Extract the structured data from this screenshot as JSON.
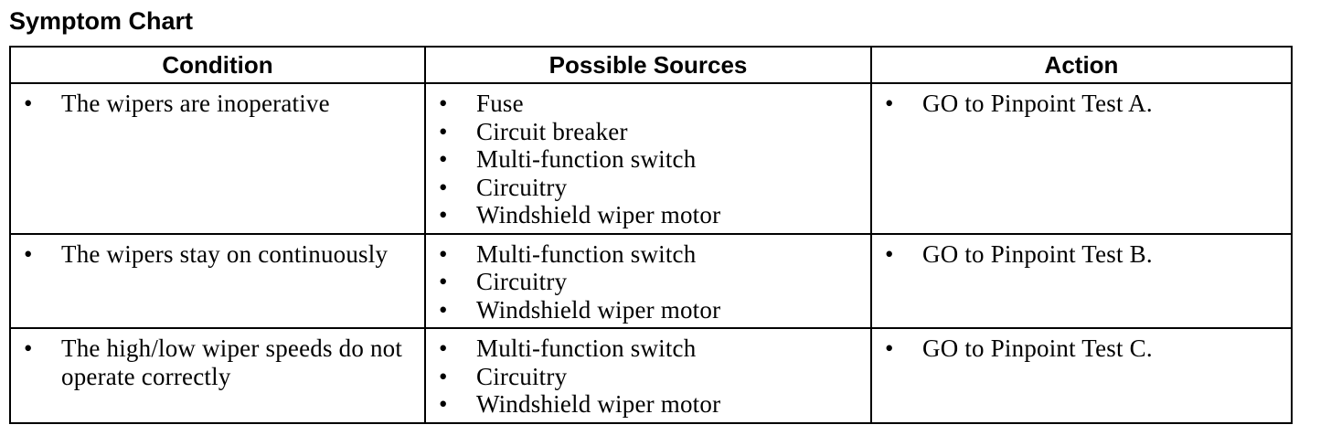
{
  "title": "Symptom Chart",
  "headers": {
    "condition": "Condition",
    "sources": "Possible Sources",
    "action": "Action"
  },
  "bullet_glyph": "•",
  "rows": [
    {
      "condition": "The wipers are inoperative",
      "sources": [
        "Fuse",
        "Circuit breaker",
        "Multi-function switch",
        "Circuitry",
        "Windshield wiper motor"
      ],
      "action": "GO to Pinpoint Test A."
    },
    {
      "condition": "The wipers stay on continuously",
      "sources": [
        "Multi-function switch",
        "Circuitry",
        "Windshield wiper motor"
      ],
      "action": "GO to Pinpoint Test B."
    },
    {
      "condition": "The high/low wiper speeds do not operate correctly",
      "sources": [
        "Multi-function switch",
        "Circuitry",
        "Windshield wiper motor"
      ],
      "action": "GO to Pinpoint Test C."
    }
  ]
}
